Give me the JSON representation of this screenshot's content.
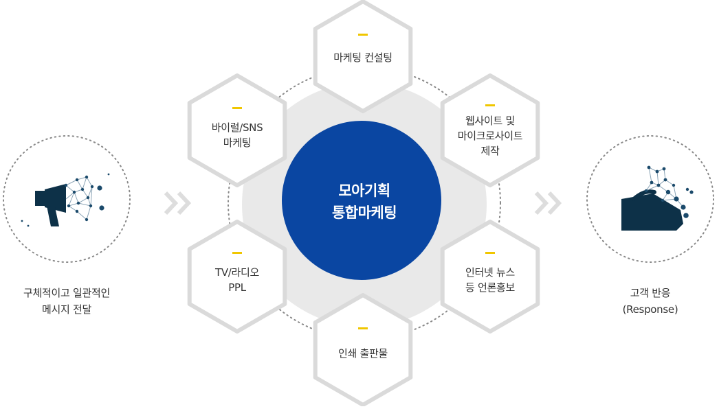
{
  "center": {
    "line1": "모아기획",
    "line2": "통합마케팅"
  },
  "hexagons": [
    {
      "id": "consulting",
      "lines": [
        "마케팅 컨설팅"
      ]
    },
    {
      "id": "website",
      "lines": [
        "웹사이트 및",
        "마이크로사이트",
        "제작"
      ]
    },
    {
      "id": "news",
      "lines": [
        "인터넷 뉴스",
        "등 언론홍보"
      ]
    },
    {
      "id": "print",
      "lines": [
        "인쇄 출판물"
      ]
    },
    {
      "id": "tv-radio",
      "lines": [
        "TV/라디오",
        "PPL"
      ]
    },
    {
      "id": "viral",
      "lines": [
        "바이럴/SNS",
        "마케팅"
      ]
    }
  ],
  "left_caption": {
    "line1": "구체적이고 일관적인",
    "line2": "메시지 전달"
  },
  "right_caption": {
    "line1": "고객 반응",
    "line2": "(Response)"
  },
  "icons": {
    "left": "megaphone-network-icon",
    "right": "hand-network-icon",
    "arrows": "double-chevron-right-icon"
  },
  "colors": {
    "center_fill": "#0a46a2",
    "hex_stroke": "#dadada",
    "accent": "#f0c600",
    "icon": "#0d3148",
    "ring": "#e9e9e9"
  }
}
